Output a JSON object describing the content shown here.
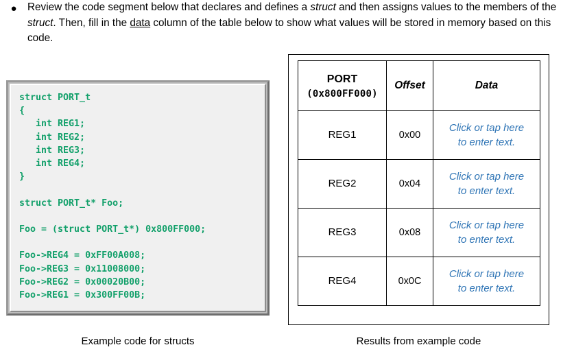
{
  "intro": {
    "bullet_glyph": "●",
    "text_part_1": "Review the code segment below that declares and defines a ",
    "emphasis_1": "struct",
    "text_part_2": " and then assigns values to the members of the ",
    "emphasis_2": "struct",
    "text_part_3": ". Then, fill in the ",
    "underlined": "data",
    "text_part_4": " column of the table below to show what values will be stored in memory based on this code."
  },
  "code_panel": {
    "language": "c",
    "source": "struct PORT_t\n{\n   int REG1;\n   int REG2;\n   int REG3;\n   int REG4;\n}\n\nstruct PORT_t* Foo;\n\nFoo = (struct PORT_t*) 0x800FF000;\n\nFoo->REG4 = 0xFF00A008;\nFoo->REG3 = 0x11008000;\nFoo->REG2 = 0x00020B00;\nFoo->REG1 = 0x300FF00B;",
    "text_color": "#12a06a",
    "background_color": "#f0f0f0"
  },
  "results_table": {
    "headers": {
      "port_title": "PORT",
      "port_address": "(0x800FF000)",
      "offset": "Offset",
      "data": "Data"
    },
    "placeholder_text_line1": "Click or tap here",
    "placeholder_text_line2": "to enter text.",
    "placeholder_color": "#2e74b5",
    "rows": [
      {
        "port": "REG1",
        "offset": "0x00"
      },
      {
        "port": "REG2",
        "offset": "0x04"
      },
      {
        "port": "REG3",
        "offset": "0x08"
      },
      {
        "port": "REG4",
        "offset": "0x0C"
      }
    ]
  },
  "captions": {
    "left": "Example code for structs",
    "right": "Results from example code"
  }
}
